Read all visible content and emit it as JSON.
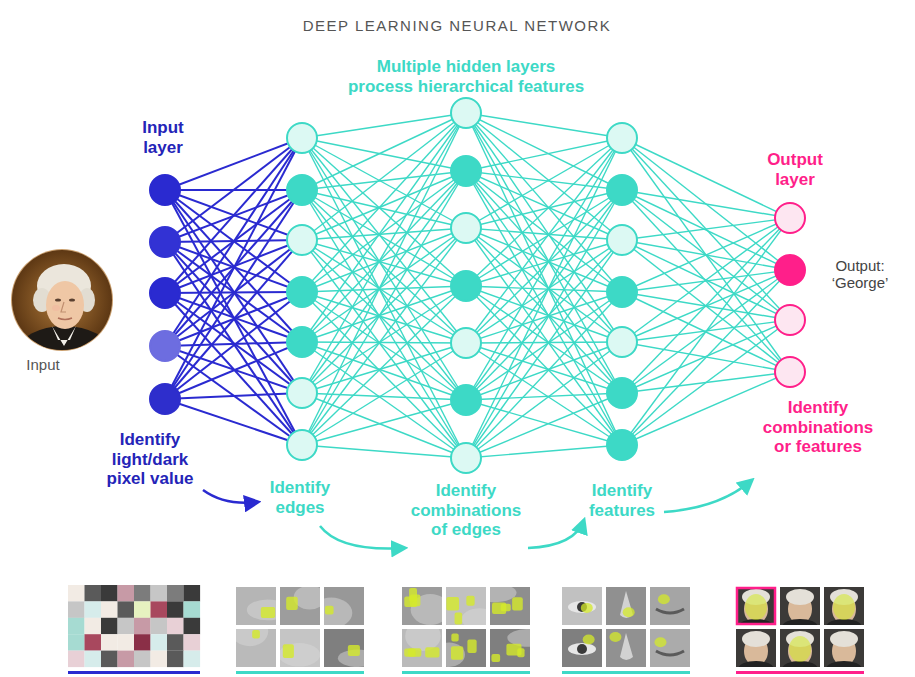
{
  "diagram": {
    "title": "DEEP LEARNING NEURAL NETWORK",
    "labels": [
      "Multiple hidden layers process hierarchical features",
      "Input layer",
      "Output layer",
      "Output: ‘George’",
      "Input",
      "Identify combinations or features",
      "Identify light/dark pixel value",
      "Identify edges",
      "Identify combinations of edges",
      "Identify features"
    ]
  }
}
